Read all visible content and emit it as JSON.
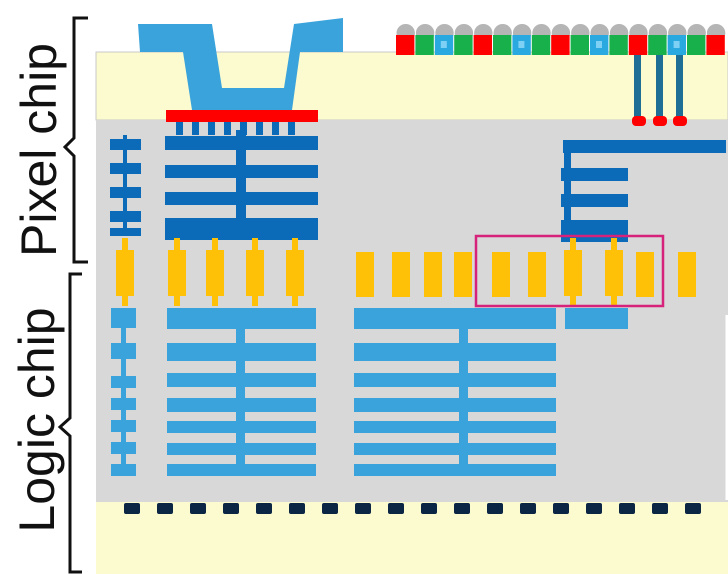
{
  "labels": {
    "pixel_chip": "Pixel chip",
    "logic_chip": "Logic chip"
  },
  "colors": {
    "silicon": "#FBFBCF",
    "oxide": "#D8D8D8",
    "metal_dark": "#0B6BB8",
    "metal_light": "#3AA3DC",
    "bond_pad": "#FFC107",
    "via_yellow": "#FFC107",
    "highlight_box": "#D6227A",
    "red": "#FF0000",
    "green": "#18B04A",
    "blue": "#2AA8E0",
    "microlens": "#B5B5B5",
    "tsv_dark": "#0B2545",
    "bracket": "#111111"
  },
  "components": {
    "bonding_wire": "bonding-wire-opening",
    "color_filters": [
      "red",
      "green",
      "blue"
    ],
    "highlight": "hybrid-bond-region"
  }
}
